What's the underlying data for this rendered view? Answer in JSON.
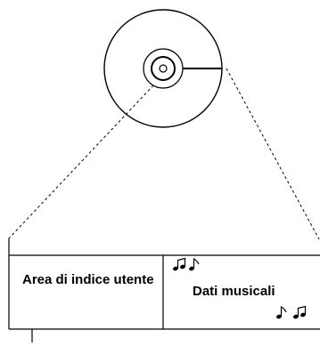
{
  "disc": {
    "description_icon": "compact-disc"
  },
  "layout_box": {
    "user_index_area_label": "Area di indice utente",
    "music_data_label": "Dati musicali"
  },
  "icons": {
    "notes_top": "music-notes-icon",
    "notes_bottom": "music-notes-icon"
  },
  "colors": {
    "line": "#000000",
    "background": "#ffffff"
  }
}
